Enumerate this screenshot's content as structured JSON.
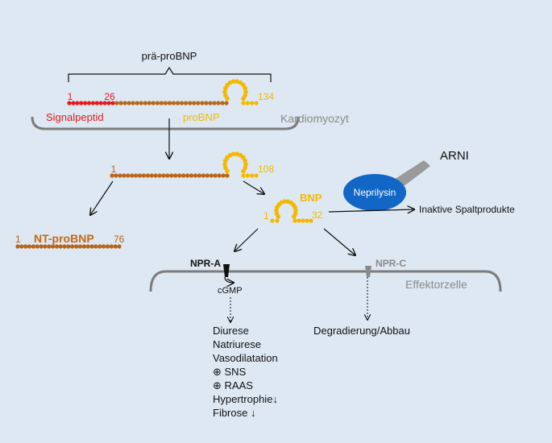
{
  "colors": {
    "background": "#dde8f3",
    "signal_red": "#e31a1a",
    "chain_brown": "#b8651a",
    "loop_yellow": "#f5b800",
    "nt_label": "#c46a12",
    "membrane_gray": "#7c7c7c",
    "membrane_label": "#8a8a8a",
    "neprilysin_blue": "#1266c6",
    "arni_gray": "#9a9a9a",
    "receptor_black": "#111111"
  },
  "pre_probnp": {
    "label": "prä-proBNP",
    "start": "1",
    "signal_end": "26",
    "end": "134",
    "signal_label": "Signalpeptid",
    "probnp_label": "proBNP"
  },
  "cardiomyocyte_label": "Kardiomyozyt",
  "probnp": {
    "start": "1",
    "end": "108"
  },
  "nt_probnp": {
    "label": "NT-proBNP",
    "start": "1",
    "end": "76"
  },
  "bnp": {
    "label": "BNP",
    "start": "1",
    "end": "32"
  },
  "arni": {
    "label": "ARNI"
  },
  "neprilysin": {
    "label": "Neprilysin"
  },
  "inactive_products": "Inaktive Spaltprodukte",
  "effector_cell_label": "Effektorzelle",
  "npr_a": "NPR-A",
  "npr_c": "NPR-C",
  "cgmp": "cGMP",
  "effects": [
    "Diurese",
    "Natriurese",
    "Vasodilatation",
    "⊕ SNS",
    "⊕ RAAS",
    "Hypertrophie↓",
    "Fibrose ↓"
  ],
  "degradation": "Degradierung/Abbau"
}
